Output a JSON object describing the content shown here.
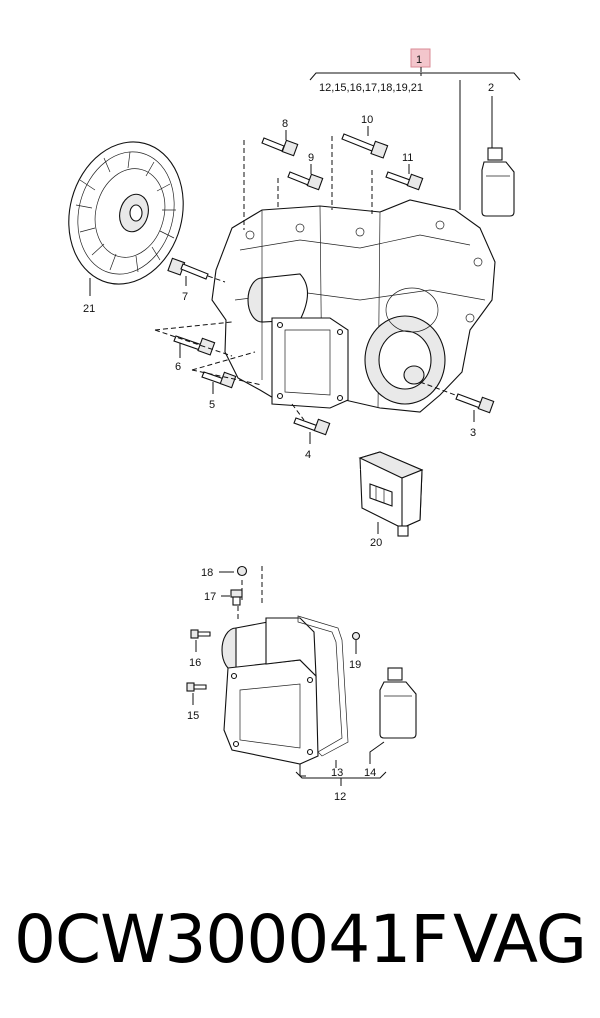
{
  "diagram": {
    "callouts": {
      "c1": "1",
      "c1_list": "12,15,16,17,18,19,21",
      "c2": "2",
      "c3": "3",
      "c4": "4",
      "c5": "5",
      "c6": "6",
      "c7": "7",
      "c8": "8",
      "c9": "9",
      "c10": "10",
      "c11": "11",
      "c12": "12",
      "c13": "13",
      "c14": "14",
      "c15": "15",
      "c16": "16",
      "c17": "17",
      "c18": "18",
      "c19": "19",
      "c20": "20",
      "c21": "21"
    },
    "highlight_color": "#f3c6cc"
  },
  "footer": {
    "part_number": "0CW300041F",
    "brand": "VAG"
  }
}
